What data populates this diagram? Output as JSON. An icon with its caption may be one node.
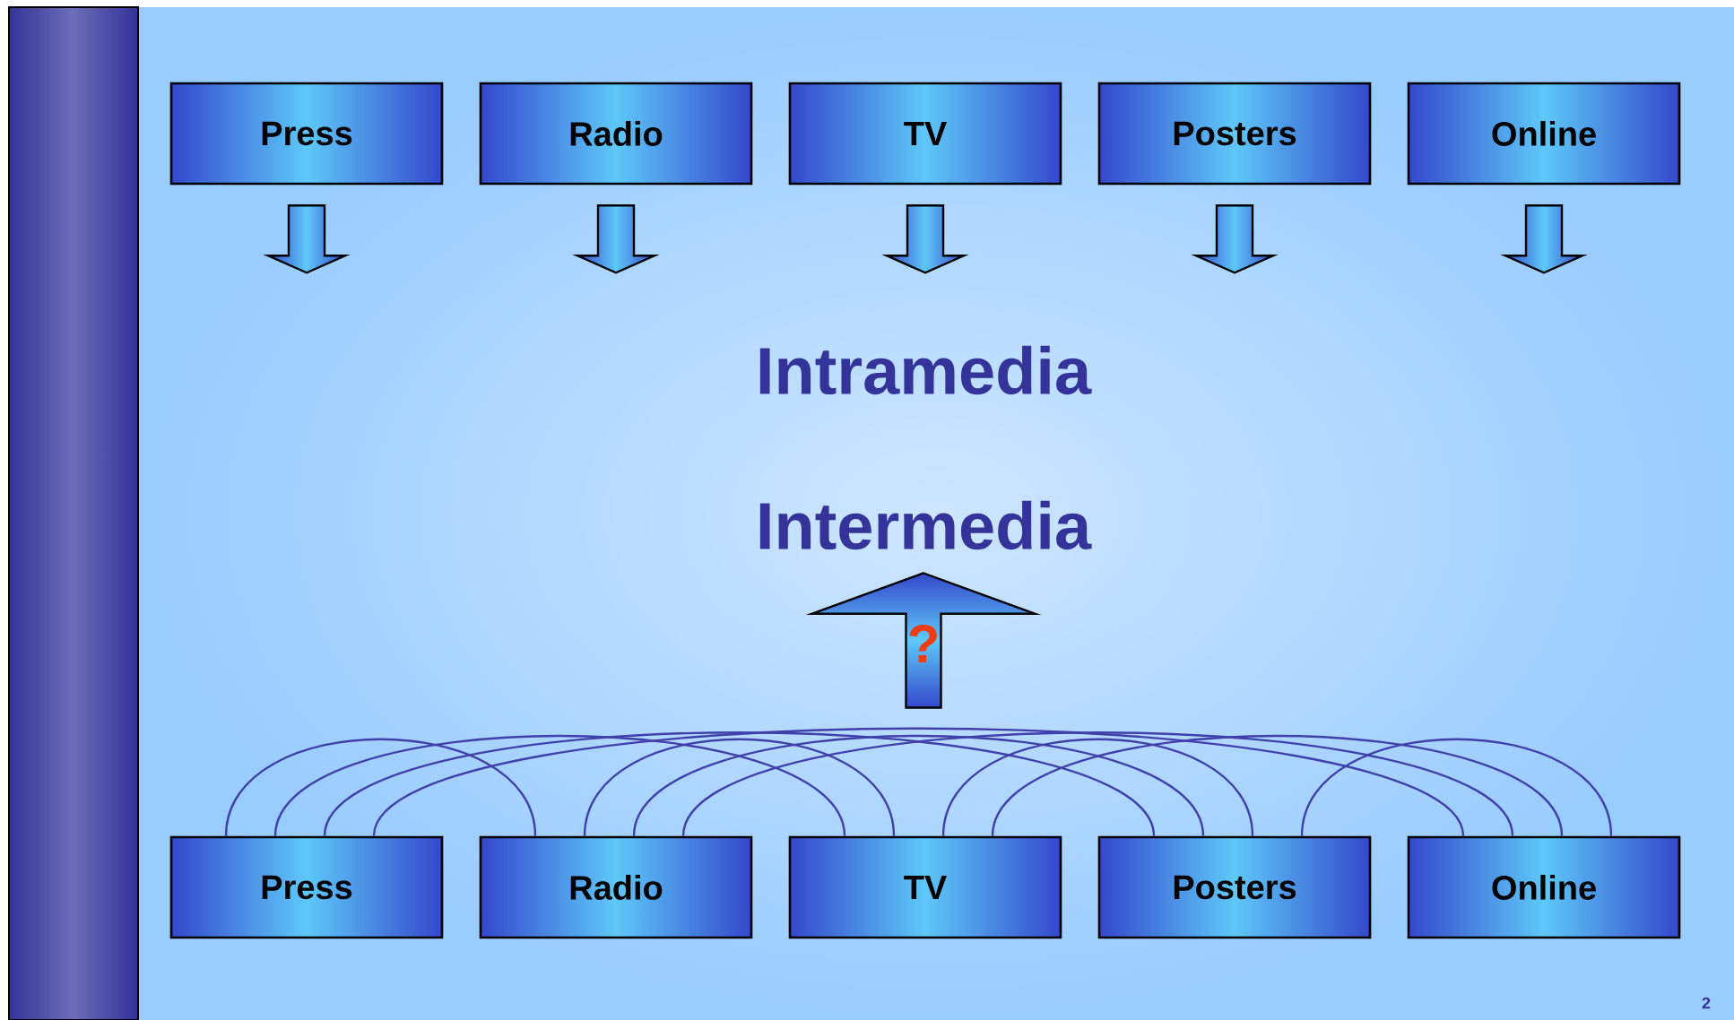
{
  "diagram": {
    "nodes": [
      {
        "text": [
          "Press"
        ]
      },
      {
        "text": [
          "Radio"
        ]
      },
      {
        "text": [
          "TV"
        ]
      },
      {
        "text": [
          "Posters"
        ]
      },
      {
        "text": [
          "Online"
        ]
      },
      {
        "text": [
          "?"
        ]
      },
      {
        "text": [
          "Press"
        ]
      },
      {
        "text": [
          "Radio"
        ]
      },
      {
        "text": [
          "TV"
        ]
      },
      {
        "text": [
          "Posters"
        ]
      },
      {
        "text": [
          "Online"
        ]
      }
    ],
    "edges": [
      {
        "from": 0,
        "to": null,
        "arrow": "to"
      },
      {
        "from": 1,
        "to": null,
        "arrow": "to"
      },
      {
        "from": 2,
        "to": null,
        "arrow": "to"
      },
      {
        "from": 3,
        "to": null,
        "arrow": "to"
      },
      {
        "from": 4,
        "to": null,
        "arrow": "to"
      },
      {
        "from": 6,
        "to": 7,
        "arrow": "none"
      },
      {
        "from": 6,
        "to": 8,
        "arrow": "none"
      },
      {
        "from": 6,
        "to": 9,
        "arrow": "none"
      },
      {
        "from": 6,
        "to": 10,
        "arrow": "none"
      },
      {
        "from": 7,
        "to": 8,
        "arrow": "none"
      },
      {
        "from": 7,
        "to": 9,
        "arrow": "none"
      },
      {
        "from": 7,
        "to": 10,
        "arrow": "none"
      },
      {
        "from": 8,
        "to": 9,
        "arrow": "none"
      },
      {
        "from": 8,
        "to": 10,
        "arrow": "none"
      },
      {
        "from": 9,
        "to": 10,
        "arrow": "none"
      }
    ],
    "labels": [
      "Intramedia",
      "Intermedia",
      "2"
    ]
  }
}
